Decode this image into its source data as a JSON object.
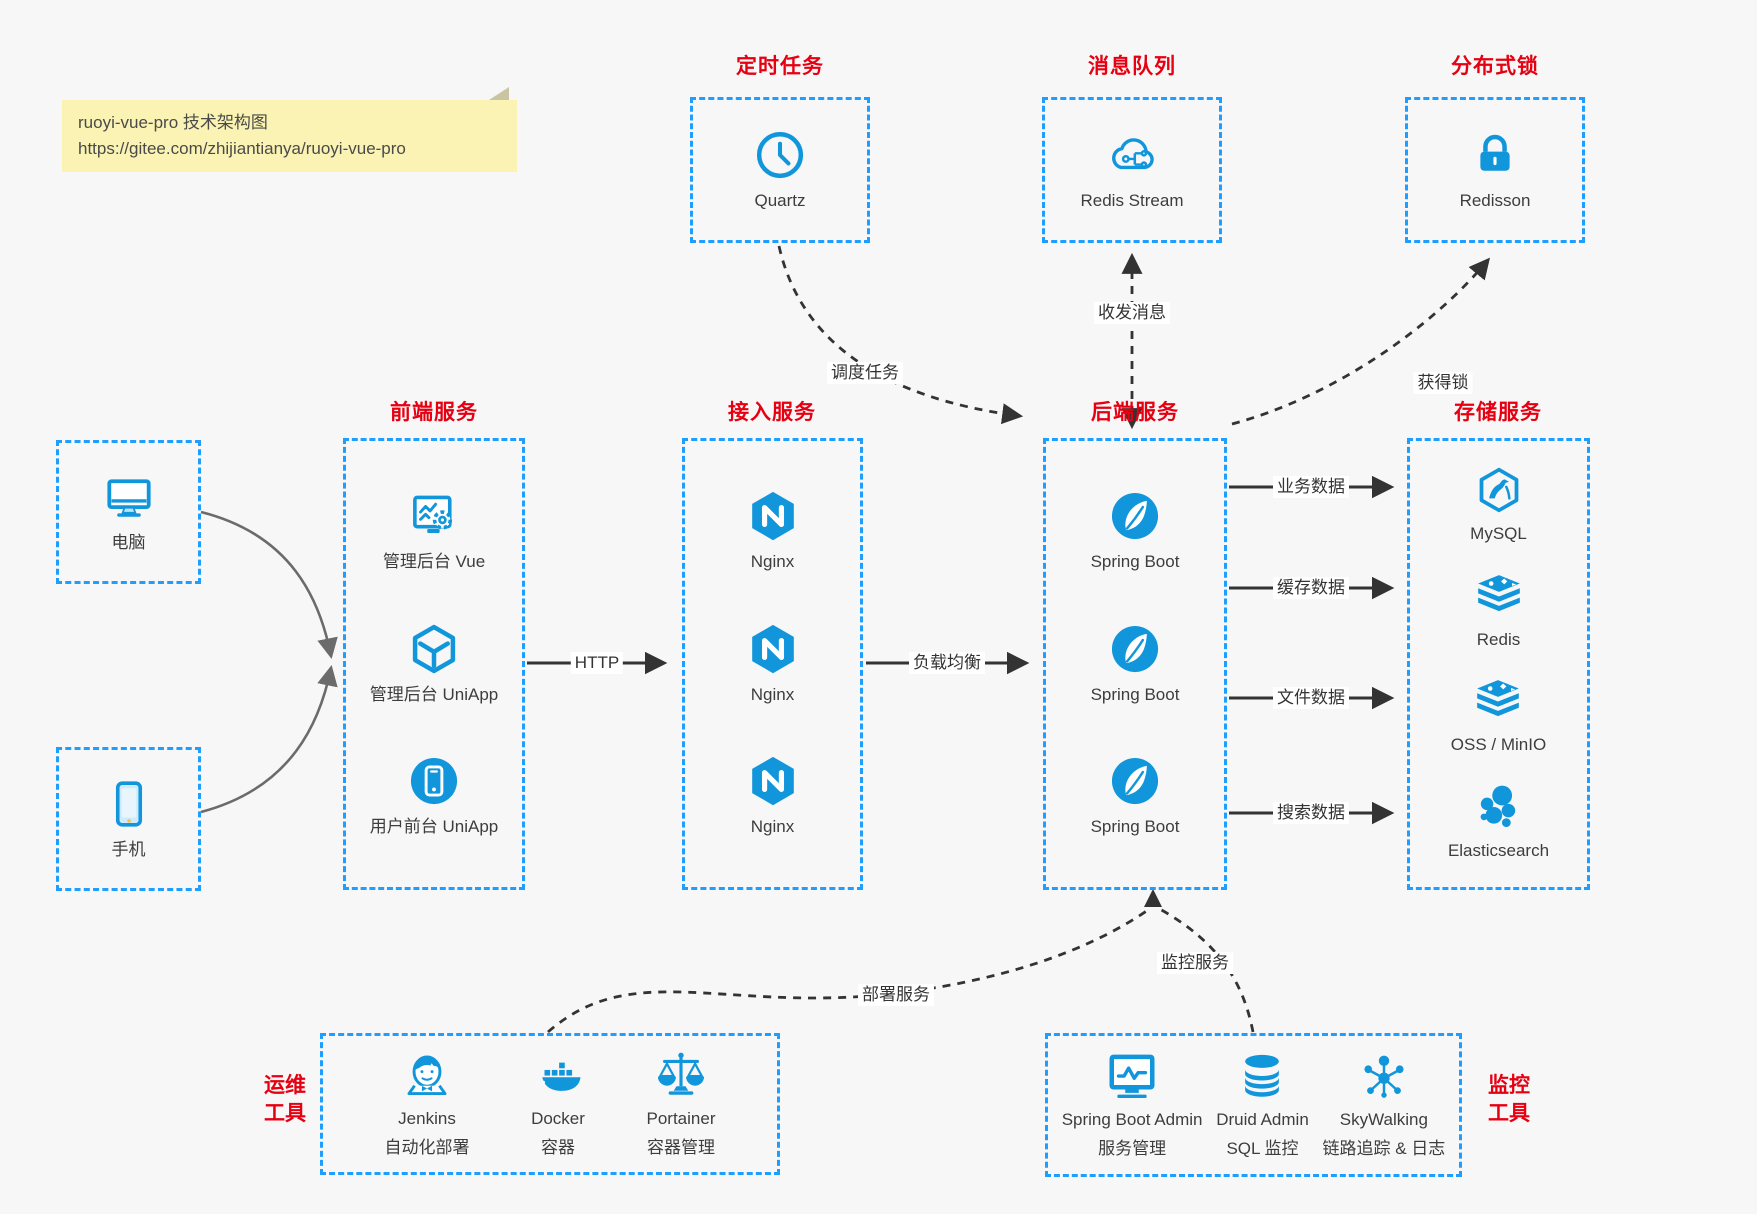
{
  "note": {
    "line1": "ruoyi-vue-pro 技术架构图",
    "line2": "https://gitee.com/zhijiantianya/ruoyi-vue-pro"
  },
  "colors": {
    "icon_blue": "#1296db",
    "border_blue": "#1e9fff",
    "title_red": "#e60012",
    "background": "#f7f7f7",
    "arrow_dark": "#333333",
    "arrow_grey": "#6b6b6b",
    "note_yellow": "#fbf3b3"
  },
  "top_groups": [
    {
      "title": "定时任务",
      "items": [
        {
          "icon": "clock-icon",
          "label": "Quartz"
        }
      ]
    },
    {
      "title": "消息队列",
      "items": [
        {
          "icon": "cloud-circuit-icon",
          "label": "Redis Stream"
        }
      ]
    },
    {
      "title": "分布式锁",
      "items": [
        {
          "icon": "lock-icon",
          "label": "Redisson"
        }
      ]
    }
  ],
  "clients": [
    {
      "icon": "desktop-icon",
      "label": "电脑"
    },
    {
      "icon": "phone-icon",
      "label": "手机"
    }
  ],
  "service_groups": [
    {
      "title": "前端服务",
      "items": [
        {
          "icon": "admin-monitor-gear-icon",
          "label": "管理后台 Vue"
        },
        {
          "icon": "uniapp-hexagon-icon",
          "label": "管理后台 UniApp"
        },
        {
          "icon": "mobile-app-circle-icon",
          "label": "用户前台 UniApp"
        }
      ]
    },
    {
      "title": "接入服务",
      "items": [
        {
          "icon": "nginx-icon",
          "label": "Nginx"
        },
        {
          "icon": "nginx-icon",
          "label": "Nginx"
        },
        {
          "icon": "nginx-icon",
          "label": "Nginx"
        }
      ]
    },
    {
      "title": "后端服务",
      "items": [
        {
          "icon": "spring-boot-icon",
          "label": "Spring Boot"
        },
        {
          "icon": "spring-boot-icon",
          "label": "Spring Boot"
        },
        {
          "icon": "spring-boot-icon",
          "label": "Spring Boot"
        }
      ]
    },
    {
      "title": "存储服务",
      "items": [
        {
          "icon": "mysql-icon",
          "label": "MySQL"
        },
        {
          "icon": "redis-stack-icon",
          "label": "Redis"
        },
        {
          "icon": "storage-stack-icon",
          "label": "OSS / MinIO"
        },
        {
          "icon": "elasticsearch-icon",
          "label": "Elasticsearch"
        }
      ]
    }
  ],
  "bottom_groups": [
    {
      "title_lines": [
        "运维",
        "工具"
      ],
      "side": "left",
      "items": [
        {
          "icon": "jenkins-icon",
          "label": "Jenkins",
          "sublabel": "自动化部署"
        },
        {
          "icon": "docker-icon",
          "label": "Docker",
          "sublabel": "容器"
        },
        {
          "icon": "portainer-icon",
          "label": "Portainer",
          "sublabel": "容器管理"
        }
      ]
    },
    {
      "title_lines": [
        "监控",
        "工具"
      ],
      "side": "right",
      "items": [
        {
          "icon": "spring-boot-admin-icon",
          "label": "Spring Boot Admin",
          "sublabel": "服务管理"
        },
        {
          "icon": "druid-icon",
          "label": "Druid Admin",
          "sublabel": "SQL 监控"
        },
        {
          "icon": "skywalking-icon",
          "label": "SkyWalking",
          "sublabel": "链路追踪 & 日志"
        }
      ]
    }
  ],
  "edge_labels": {
    "http": "HTTP",
    "load_balance": "负载均衡",
    "schedule_task": "调度任务",
    "send_receive_message": "收发消息",
    "acquire_lock": "获得锁",
    "business_data": "业务数据",
    "cache_data": "缓存数据",
    "file_data": "文件数据",
    "search_data": "搜索数据",
    "deploy_service": "部署服务",
    "monitor_service": "监控服务"
  }
}
